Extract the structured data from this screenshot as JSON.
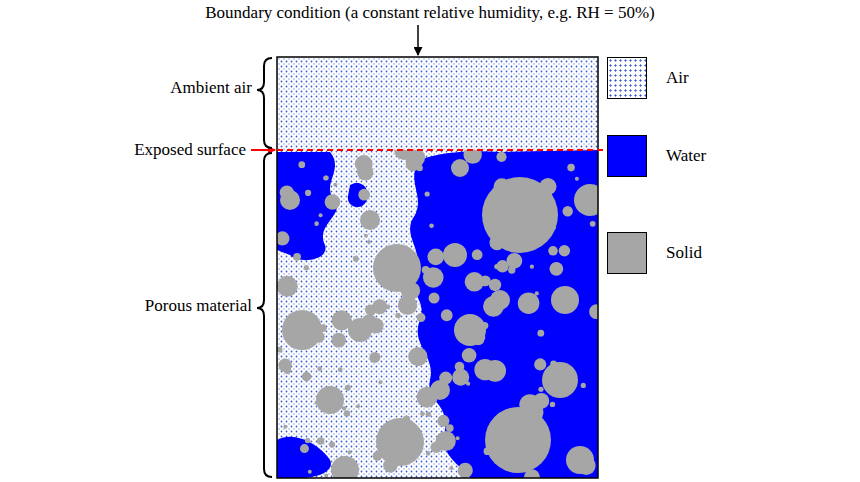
{
  "diagram": {
    "labels": [
      "Boundary condition (a constant relative humidity, e.g. RH = 50%)",
      "Ambient air",
      "Exposed surface",
      "Porous material"
    ],
    "legend": [
      {
        "text": "Air"
      },
      {
        "text": "Water",
        "color": "#0000ff"
      },
      {
        "text": "Solid",
        "color": "#a6a6a6"
      }
    ]
  }
}
